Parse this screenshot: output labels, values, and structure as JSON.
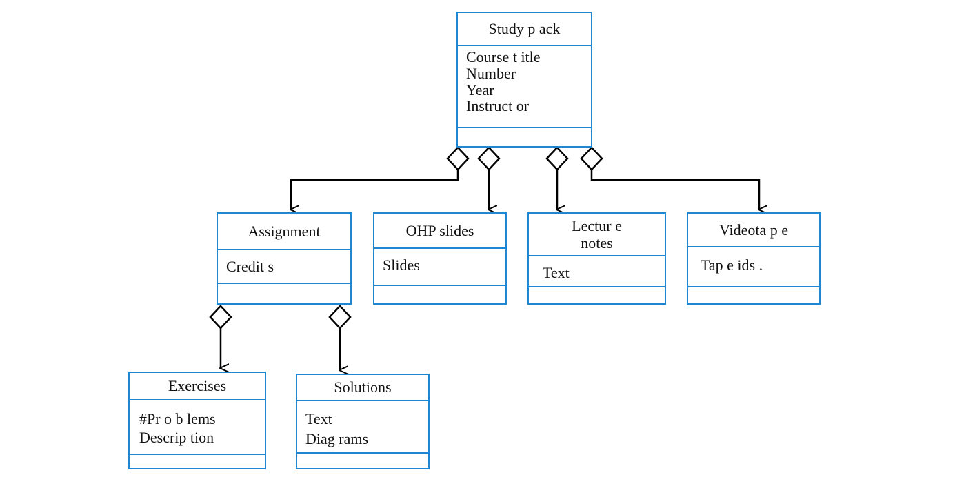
{
  "classes": {
    "study_pack": {
      "name": "Study p ack",
      "attributes": [
        "Course t itle",
        "Number",
        "Year",
        "Instruct or"
      ]
    },
    "assignment": {
      "name": "Assignment",
      "attributes": [
        "Credit s"
      ]
    },
    "ohp_slides": {
      "name": "OHP slides",
      "attributes": [
        "Slides"
      ]
    },
    "lecture_notes": {
      "name_line1": "Lectur e",
      "name_line2": "notes",
      "attributes": [
        "Text"
      ]
    },
    "videotape": {
      "name": "Videota p e",
      "attributes": [
        "Tap e ids ."
      ]
    },
    "exercises": {
      "name": "Exercises",
      "attributes": [
        "#Pr o b lems",
        "Descrip tion"
      ]
    },
    "solutions": {
      "name": "Solutions",
      "attributes": [
        "Text",
        "Diag rams"
      ]
    }
  },
  "colors": {
    "class_border": "#1f86d2",
    "relation_line": "#000000"
  },
  "relation_type": "aggregation"
}
